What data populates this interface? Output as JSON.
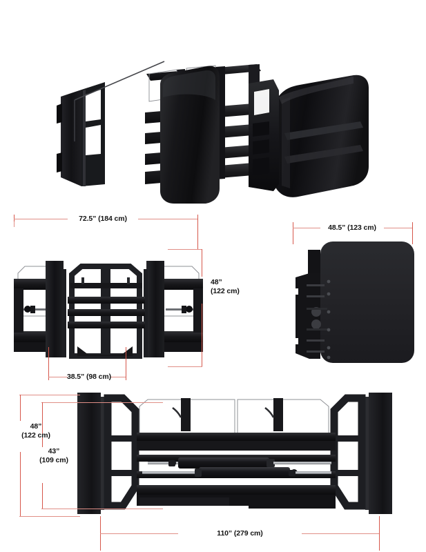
{
  "page": {
    "background_color": "#ffffff",
    "line_color": "#e08e86",
    "line_color_dark": "#d6564a",
    "text_color": "#131313",
    "product_color": "#1b1b1d"
  },
  "views": [
    {
      "id": "isometric",
      "name": "isometric-product-view",
      "caption": ""
    },
    {
      "id": "front",
      "name": "front-elevation-view",
      "caption": ""
    },
    {
      "id": "side",
      "name": "side-elevation-view",
      "caption": ""
    },
    {
      "id": "bottom",
      "name": "rear-elevation-view",
      "caption": ""
    }
  ],
  "dimensions": {
    "front_width": {
      "value": "72.5” (184 cm)",
      "imperial": "72.5”",
      "metric": "(184 cm)",
      "orientation": "horizontal",
      "view": "front"
    },
    "front_height": {
      "line1": "48”",
      "line2": "(122 cm)",
      "value": "48” (122 cm)",
      "orientation": "vertical",
      "view": "front"
    },
    "front_inner_width": {
      "value": "38.5” (98 cm)",
      "imperial": "38.5”",
      "metric": "(98 cm)",
      "orientation": "horizontal",
      "view": "front"
    },
    "side_depth": {
      "value": "48.5” (123 cm)",
      "imperial": "48.5”",
      "metric": "(123 cm)",
      "orientation": "horizontal",
      "view": "side"
    },
    "rear_overall_height": {
      "line1": "48”",
      "line2": "(122 cm)",
      "value": "48” (122 cm)",
      "orientation": "vertical",
      "view": "bottom"
    },
    "rear_inner_height": {
      "line1": "43”",
      "line2": "(109 cm)",
      "value": "43” (109 cm)",
      "orientation": "vertical",
      "view": "bottom"
    },
    "rear_overall_width": {
      "value": "110” (279 cm)",
      "imperial": "110”",
      "metric": "(279 cm)",
      "orientation": "horizontal",
      "view": "bottom"
    }
  }
}
